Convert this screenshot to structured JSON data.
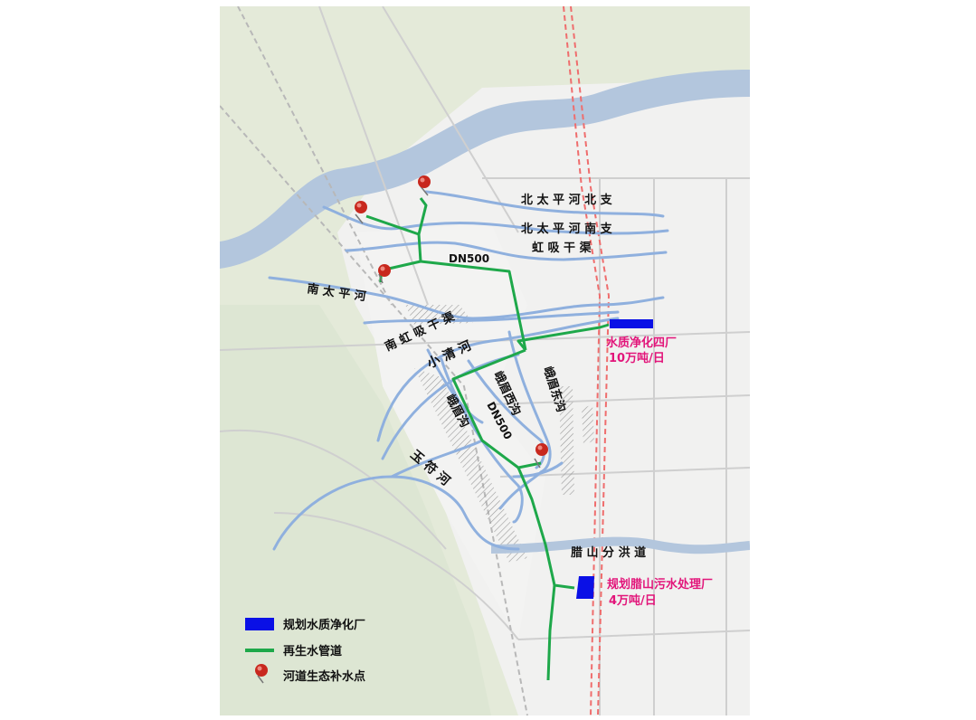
{
  "labels": {
    "north_taiping_north": "北 太 平 河 北 支",
    "north_taiping_south": "北 太 平 河 南 支",
    "hongxi_canal": "虹 吸 干 渠",
    "dn500_north": "DN500",
    "south_taiping": "南 太 平 河",
    "south_hongxi": "南 虹 吸 干 渠",
    "xiaoqing": "小 清 河",
    "emei_west": "峨眉西沟",
    "emei_east": "峨眉东沟",
    "emei_gou": "峨眉沟",
    "dn500_south": "DN500",
    "yufu": "玉 符 河",
    "lashan_flood": "腊 山 分 洪 道"
  },
  "plants": {
    "plant4_name": "水质净化四厂",
    "plant4_capacity": "10万吨/日",
    "lashan_name": "规划腊山污水处理厂",
    "lashan_capacity": "4万吨/日"
  },
  "legend": {
    "plant": "规划水质净化厂",
    "pipeline": "再生水管道",
    "supply_point": "河道生态补水点"
  },
  "colors": {
    "river": "#8fb0de",
    "pipeline": "#1ea84a",
    "plant": "#0a10e6",
    "rail": "#ef6d6d",
    "pin": "#c8281e",
    "pink_text": "#e2157a"
  }
}
